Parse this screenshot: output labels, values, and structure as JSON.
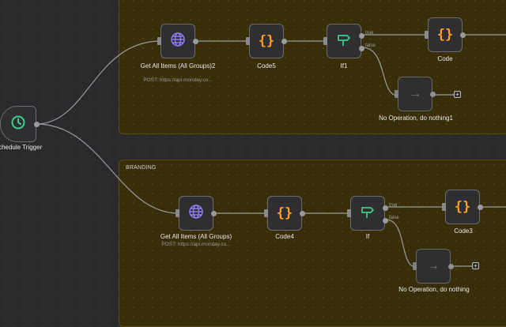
{
  "groups": {
    "top": {
      "label": ""
    },
    "branding": {
      "label": "BRANDING"
    }
  },
  "trigger": {
    "label": "Schedule Trigger",
    "icon": "clock-icon"
  },
  "flow_top": {
    "http": {
      "label": "Get All Items (All Groups)2",
      "sub": "POST: https://api.monday.co...",
      "icon": "globe-icon"
    },
    "code5": {
      "label": "Code5",
      "icon": "braces-icon"
    },
    "if1": {
      "label": "If1",
      "icon": "signpost-icon",
      "true_label": "true",
      "false_label": "false"
    },
    "code": {
      "label": "Code",
      "icon": "braces-icon"
    },
    "noop": {
      "label": "No Operation, do nothing1",
      "icon": "arrow-right-icon",
      "add": "+"
    }
  },
  "flow_branding": {
    "http": {
      "label": "Get All Items (All Groups)",
      "sub": "POST: https://api.monday.co...",
      "icon": "globe-icon"
    },
    "code4": {
      "label": "Code4",
      "icon": "braces-icon"
    },
    "if": {
      "label": "If",
      "icon": "signpost-icon",
      "true_label": "true",
      "false_label": "false"
    },
    "code3": {
      "label": "Code3",
      "icon": "braces-icon"
    },
    "noop": {
      "label": "No Operation, do nothing",
      "icon": "arrow-right-icon",
      "add": "+"
    }
  },
  "colors": {
    "globe": "#8f7cf0",
    "code": "#ff9d2a",
    "if": "#3ccf8e",
    "trigger": "#3ccf8e",
    "wire": "#9a9a9e"
  }
}
